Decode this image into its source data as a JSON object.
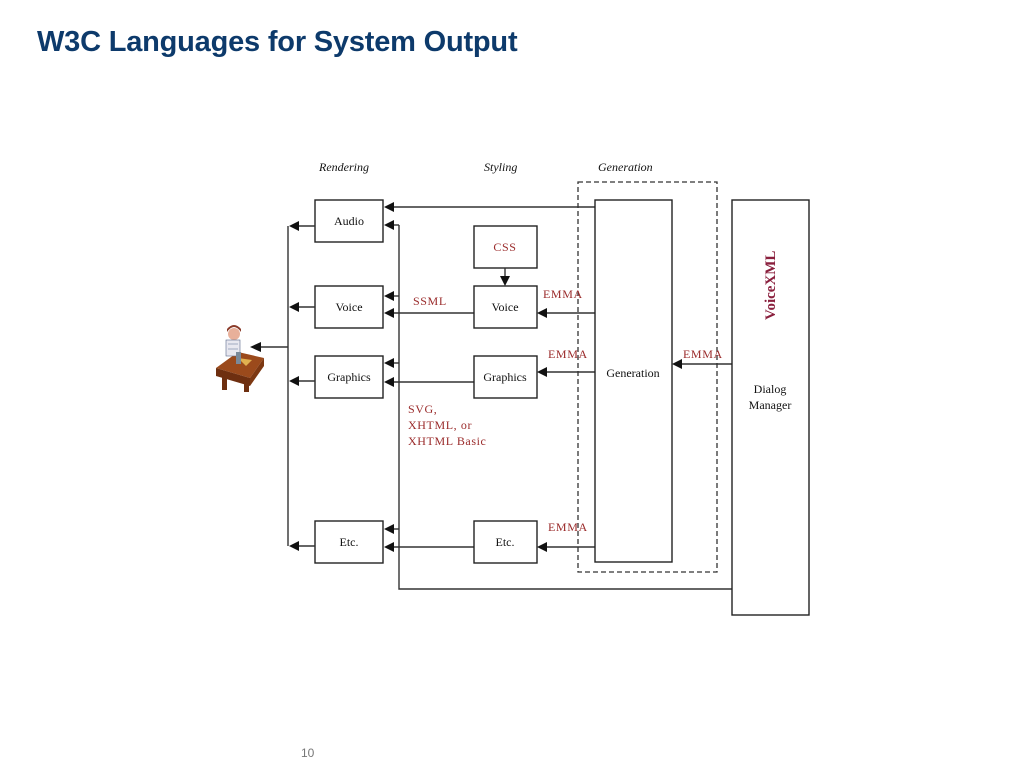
{
  "slide": {
    "title": "W3C Languages for System Output",
    "page_number": "10"
  },
  "diagram": {
    "column_headers": {
      "rendering": "Rendering",
      "styling": "Styling",
      "generation": "Generation"
    },
    "rendering_boxes": {
      "audio": "Audio",
      "voice": "Voice",
      "graphics": "Graphics",
      "etc": "Etc."
    },
    "styling_boxes": {
      "css": "CSS",
      "voice": "Voice",
      "graphics": "Graphics",
      "etc": "Etc."
    },
    "generation_box": "Generation",
    "dialog_manager": {
      "line1": "Dialog",
      "line2": "Manager",
      "language": "VoiceXML"
    },
    "edge_labels": {
      "ssml": "SSML",
      "emma_voice": "EMMA",
      "emma_graphics": "EMMA",
      "emma_etc": "EMMA",
      "emma_dialog": "EMMA",
      "graphics_langs": [
        "SVG,",
        "XHTML, or",
        "XHTML Basic"
      ]
    },
    "user_icon": "user-at-desk-icon",
    "colors": {
      "title": "#0d3a6b",
      "language_label": "#9a2a2a",
      "voicexml": "#8a1f3d"
    }
  }
}
